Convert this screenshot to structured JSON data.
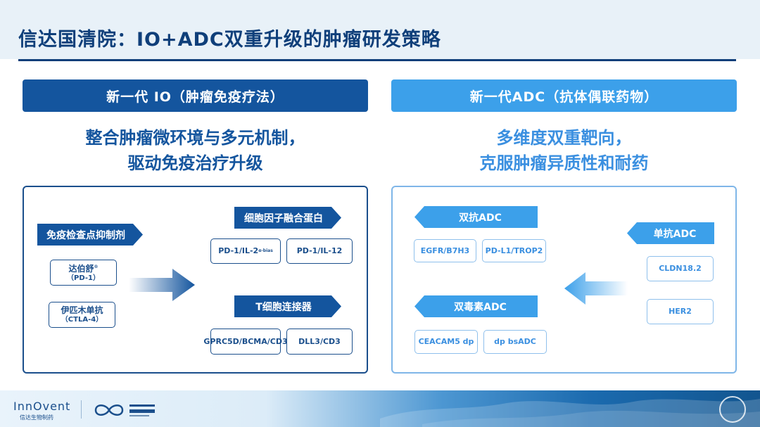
{
  "title": "信达国清院：IO+ADC双重升级的肿瘤研发策略",
  "left": {
    "header": "新一代 IO（肿瘤免疫疗法）",
    "subtitle_line1": "整合肿瘤微环境与多元机制，",
    "subtitle_line2": "驱动免疫治疗升级",
    "checkpoint_tag": "免疫检查点抑制剂",
    "drug1_name": "达伯舒",
    "drug1_mark": "®",
    "drug1_target": "（PD-1）",
    "drug2_name": "伊匹木单抗",
    "drug2_target": "（CTLA-4）",
    "fusion_tag": "细胞因子融合蛋白",
    "fusion_item1_main": "PD-1/IL-2",
    "fusion_item1_sup": "α-bias",
    "fusion_item2": "PD-1/IL-12",
    "engager_tag": "T细胞连接器",
    "engager_item1": "GPRC5D/BCMA/CD3",
    "engager_item2": "DLL3/CD3"
  },
  "right": {
    "header": "新一代ADC（抗体偶联药物）",
    "subtitle_line1": "多维度双重靶向，",
    "subtitle_line2": "克服肿瘤异质性和耐药",
    "bispecific_tag": "双抗ADC",
    "bispecific_item1": "EGFR/B7H3",
    "bispecific_item2": "PD-L1/TROP2",
    "dual_payload_tag": "双毒素ADC",
    "dual_payload_item1": "CEACAM5 dp",
    "dual_payload_item2": "dp bsADC",
    "mono_tag": "单抗ADC",
    "mono_item1": "CLDN18.2",
    "mono_item2": "HER2"
  },
  "footer": {
    "brand": "InnOvent",
    "brand_sub": "信达生物制药"
  },
  "colors": {
    "navy": "#14559e",
    "sky": "#3ca0ea",
    "title": "#0f3f7a"
  }
}
